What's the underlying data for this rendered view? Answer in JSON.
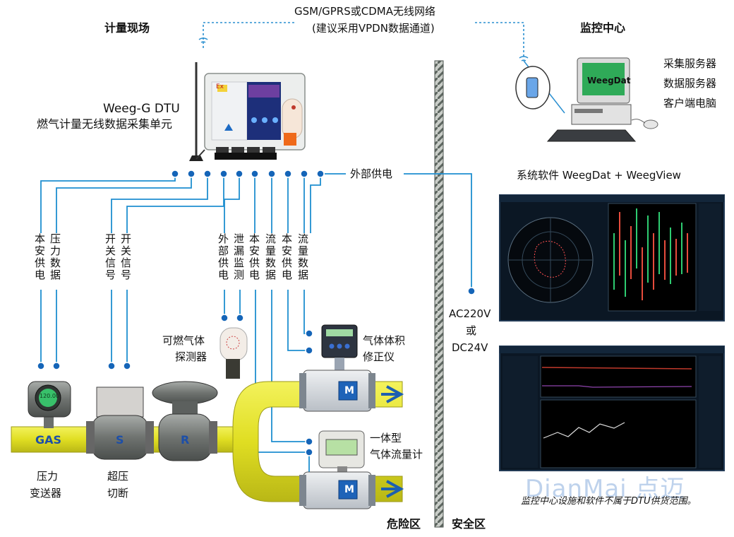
{
  "network": {
    "line1": "GSM/GPRS或CDMA无线网络",
    "line2": "(建议采用VPDN数据通道)"
  },
  "sections": {
    "field": "计量现场",
    "center": "监控中心",
    "danger": "危险区",
    "safe": "安全区"
  },
  "dtu": {
    "name": "Weeg-G DTU",
    "desc": "燃气计量无线数据采集单元",
    "screen_brand": "Ex"
  },
  "center": {
    "computer_screen": "WeegDat",
    "roles": [
      "采集服务器",
      "数据服务器",
      "客户端电脑"
    ],
    "software": "系统软件 WeegDat + WeegView",
    "disclaimer": "监控中心设施和软件不属于DTU供货范围。"
  },
  "power": {
    "external": "外部供电",
    "ac": "AC220V",
    "or": "或",
    "dc": "DC24V"
  },
  "signals": [
    "本安供电",
    "压力数据",
    "开关信号",
    "开关信号",
    "外部供电",
    "泄漏监测",
    "本安供电",
    "流量数据",
    "本安供电",
    "流量数据"
  ],
  "devices": {
    "gas_detector": [
      "可燃气体",
      "探测器"
    ],
    "volume_corrector": [
      "气体体积",
      "修正仪"
    ],
    "flowmeter": [
      "一体型",
      "气体流量计"
    ],
    "pressure_transmitter": [
      "压力",
      "变送器"
    ],
    "cutoff": [
      "超压",
      "切断"
    ]
  },
  "pipe": {
    "gas": "GAS",
    "s": "S",
    "r": "R",
    "m": "M",
    "transmitter_display": "120.00"
  },
  "watermark": "DianMai 点迈",
  "colors": {
    "signal_line": "#1f8fd0",
    "pipe": "#e3e12a",
    "pipe_edge": "#9c9a1a",
    "wall": "#8c948f",
    "node": "#1565b8"
  }
}
